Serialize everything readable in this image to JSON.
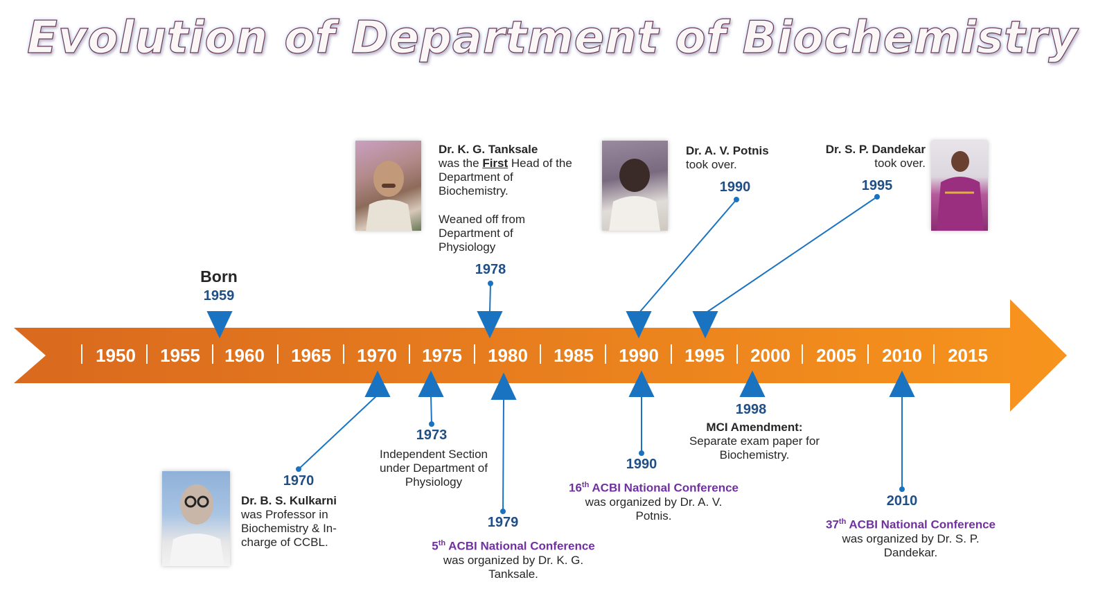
{
  "title": "Evolution of Department of Biochemistry",
  "colors": {
    "arrow_start": "#d9691e",
    "arrow_end": "#f7941d",
    "marker": "#1a73c0",
    "year_text": "#1f4e85",
    "highlight_text": "#7030a0"
  },
  "axis_ticks": [
    "1950",
    "1955",
    "1960",
    "1965",
    "1970",
    "1975",
    "1980",
    "1985",
    "1990",
    "1995",
    "2000",
    "2005",
    "2010",
    "2015"
  ],
  "events_above": [
    {
      "year": "1959",
      "heading": "Born"
    },
    {
      "year": "1978",
      "name": "Dr. K. G. Tanksale",
      "text_pre": "was the ",
      "text_underlined": "First",
      "text_post": " Head of the Department of Biochemistry.",
      "note": "Weaned off from Department of Physiology"
    },
    {
      "year": "1990",
      "name": "Dr. A. V. Potnis",
      "text": "took over."
    },
    {
      "year": "1995",
      "name": "Dr. S. P. Dandekar",
      "text": "took over."
    }
  ],
  "events_below": [
    {
      "year": "1970",
      "name": "Dr. B. S. Kulkarni",
      "text": "was Professor in Biochemistry & In-charge of CCBL."
    },
    {
      "year": "1973",
      "text": "Independent Section under Department of Physiology"
    },
    {
      "year": "1979",
      "ordinal_num": "5",
      "ordinal_sup": "th",
      "highlight": " ACBI National Conference",
      "text": " was organized by Dr. K. G. Tanksale."
    },
    {
      "year": "1990",
      "ordinal_num": "16",
      "ordinal_sup": "th",
      "highlight": " ACBI National Conference",
      "text": " was organized by Dr. A. V. Potnis."
    },
    {
      "year": "1998",
      "heading": "MCI Amendment:",
      "text": "Separate exam paper for Biochemistry."
    },
    {
      "year": "2010",
      "ordinal_num": "37",
      "ordinal_sup": "th",
      "highlight": " ACBI National Conference",
      "text": " was organized by Dr. S. P. Dandekar."
    }
  ]
}
